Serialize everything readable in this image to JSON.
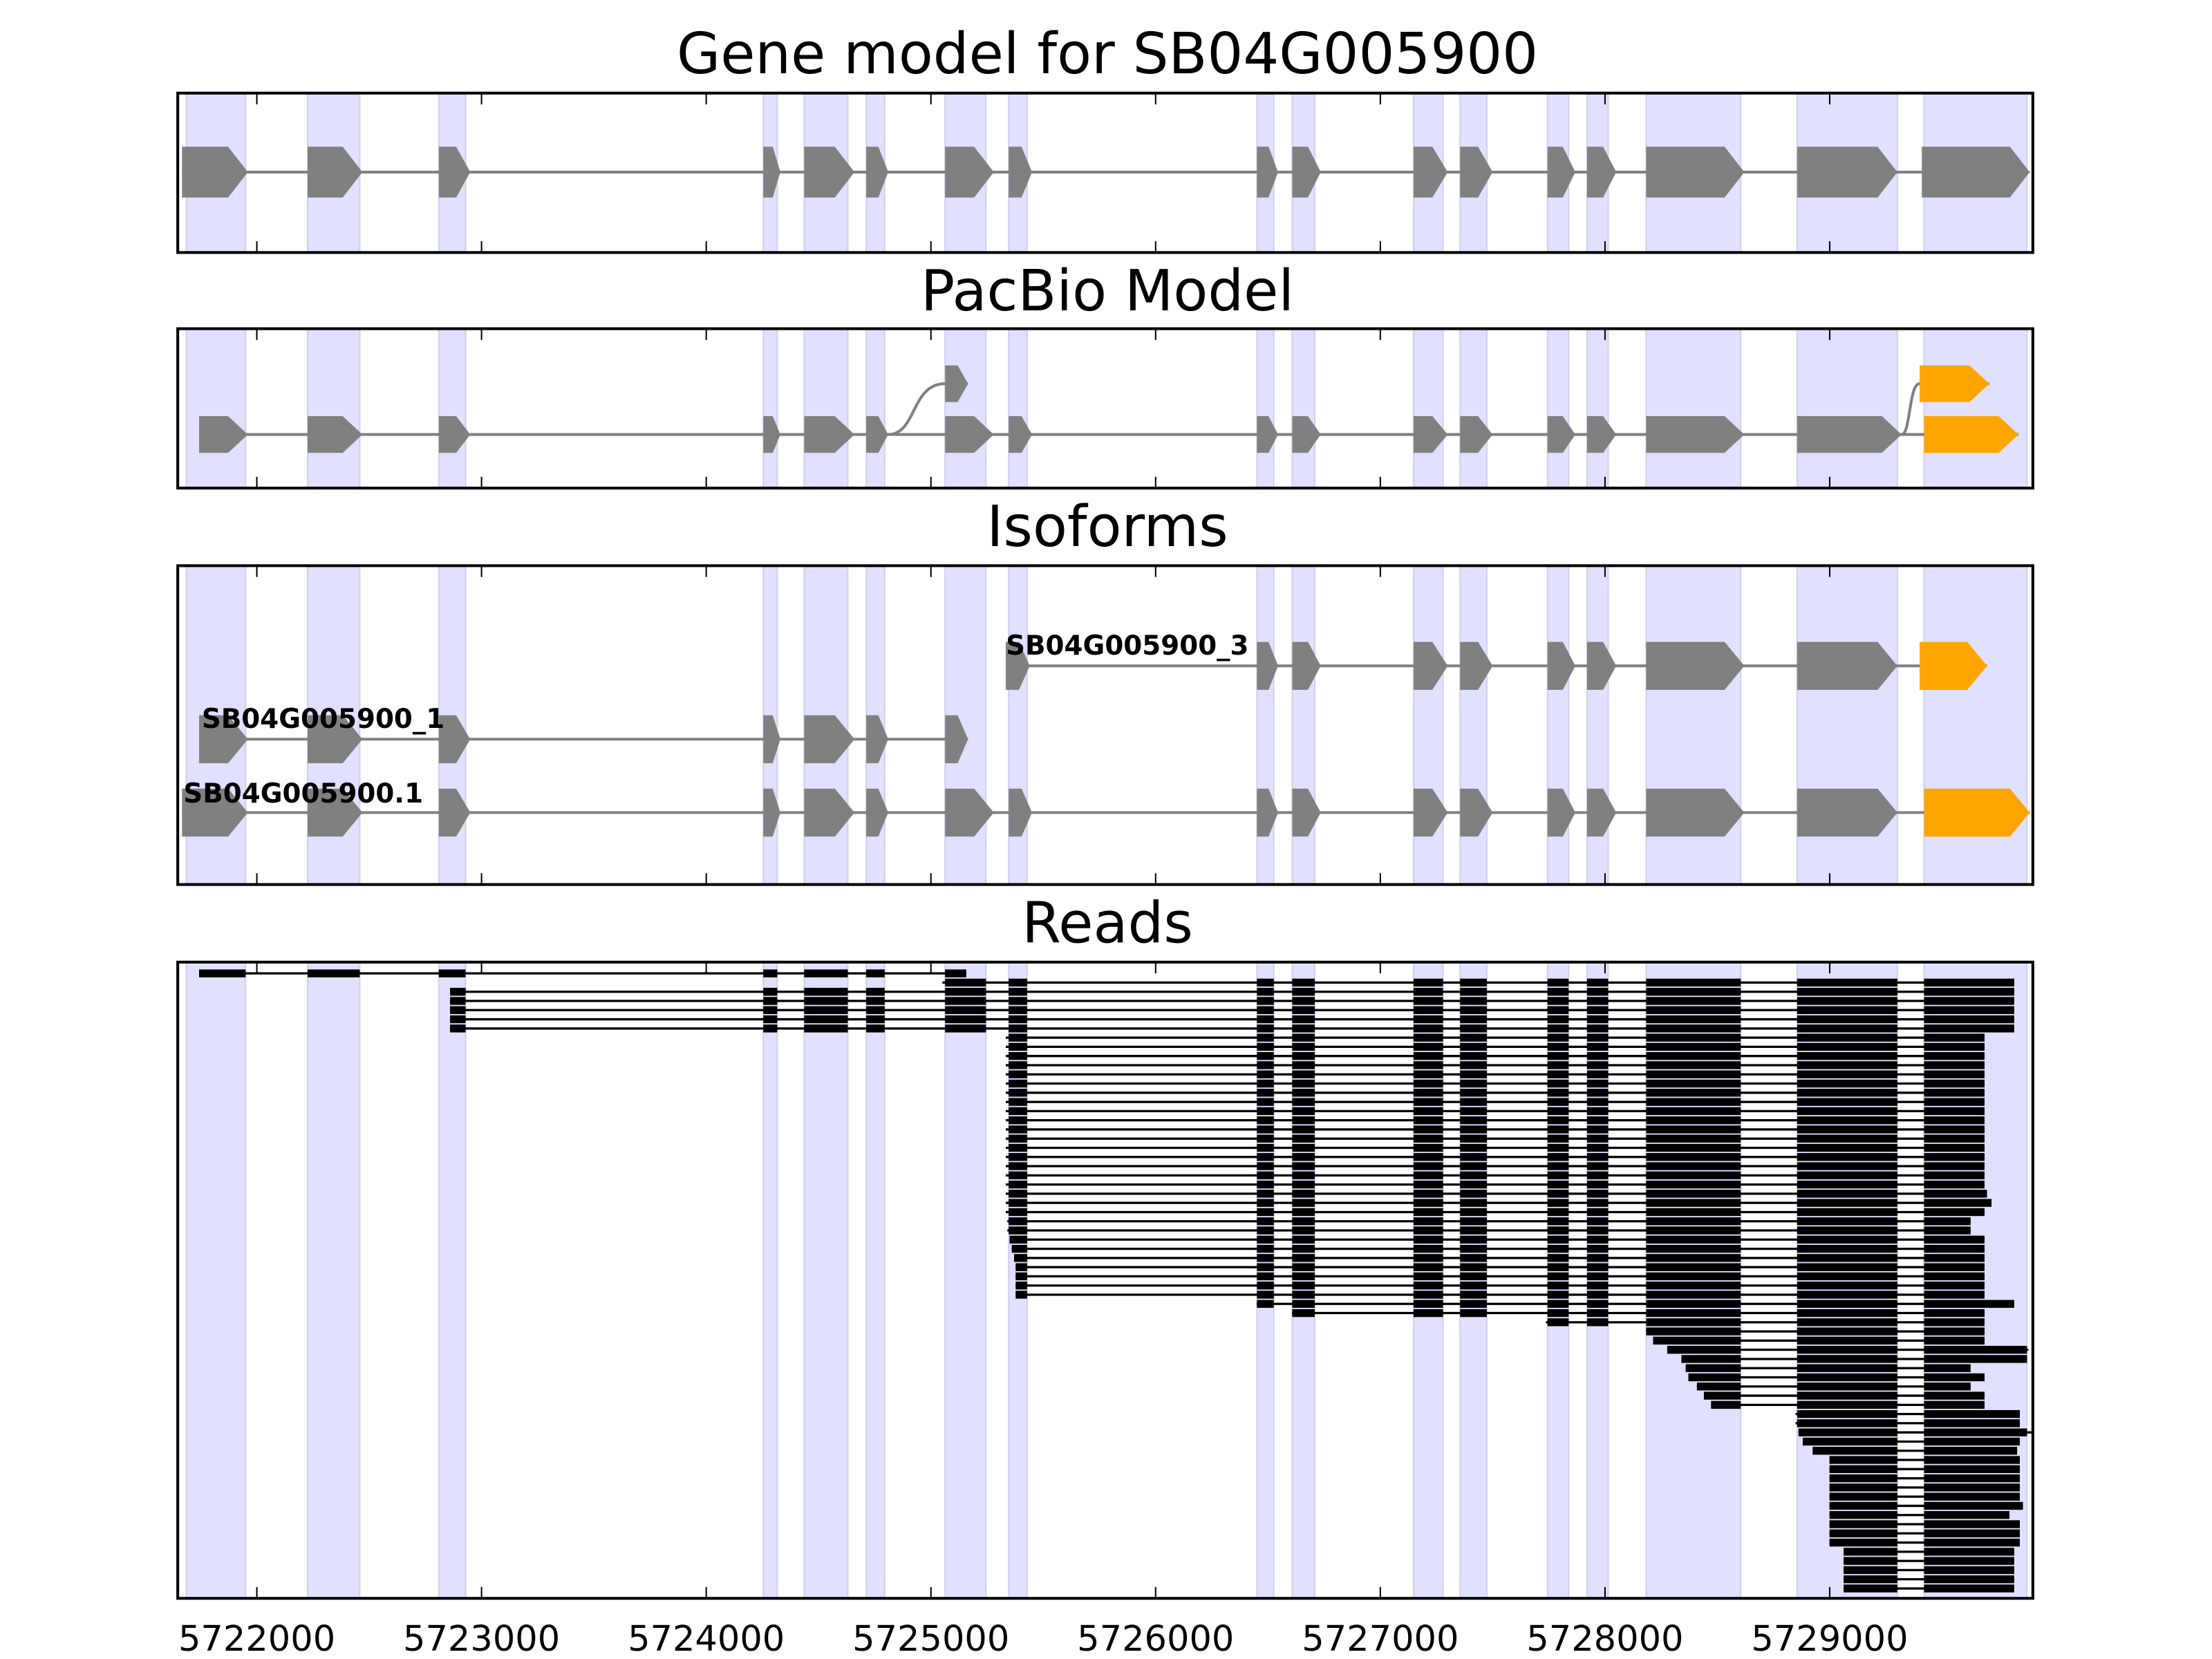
{
  "chart_data": {
    "type": "gene-track",
    "xlim": [
      5721648,
      5729904
    ],
    "xticks": [
      5722000,
      5723000,
      5724000,
      5725000,
      5726000,
      5727000,
      5728000,
      5729000
    ],
    "xtick_labels": [
      "5722000",
      "5723000",
      "5724000",
      "5725000",
      "5726000",
      "5727000",
      "5728000",
      "5729000"
    ],
    "colors": {
      "exon": "#808080",
      "highlight": "#FFA500",
      "shade": "#E0E0FF",
      "read": "#000000",
      "intron": "#808080"
    },
    "exon_regions": [
      [
        5721686,
        5721950
      ],
      [
        5722226,
        5722458
      ],
      [
        5722810,
        5722929
      ],
      [
        5724254,
        5724316
      ],
      [
        5724436,
        5724630
      ],
      [
        5724712,
        5724794
      ],
      [
        5725063,
        5725245
      ],
      [
        5725346,
        5725428
      ],
      [
        5726451,
        5726526
      ],
      [
        5726608,
        5726708
      ],
      [
        5727148,
        5727279
      ],
      [
        5727355,
        5727474
      ],
      [
        5727744,
        5727838
      ],
      [
        5727920,
        5728014
      ],
      [
        5728183,
        5728604
      ],
      [
        5728855,
        5729301
      ],
      [
        5729420,
        5729878
      ]
    ],
    "panels": [
      {
        "title": "Gene model for SB04G005900",
        "tracks": [
          {
            "exons": [
              [
                5721667,
                5721960
              ],
              [
                5722226,
                5722470
              ],
              [
                5722810,
                5722950
              ],
              [
                5724254,
                5724330
              ],
              [
                5724436,
                5724660
              ],
              [
                5724712,
                5724810
              ],
              [
                5725063,
                5725280
              ],
              [
                5725346,
                5725450
              ],
              [
                5726451,
                5726545
              ],
              [
                5726608,
                5726735
              ],
              [
                5727148,
                5727300
              ],
              [
                5727355,
                5727500
              ],
              [
                5727744,
                5727868
              ],
              [
                5727920,
                5728050
              ],
              [
                5728183,
                5728620
              ],
              [
                5728855,
                5729301
              ],
              [
                5729410,
                5729890
              ]
            ],
            "highlight_last": false
          }
        ]
      },
      {
        "title": "PacBio Model",
        "tracks": [
          {
            "level": 0,
            "exons": [
              [
                5721743,
                5721960
              ],
              [
                5722226,
                5722470
              ],
              [
                5722810,
                5722950
              ],
              [
                5724254,
                5724330
              ],
              [
                5724436,
                5724660
              ],
              [
                5724712,
                5724810
              ],
              [
                5725063,
                5725280
              ],
              [
                5725346,
                5725450
              ],
              [
                5726451,
                5726545
              ],
              [
                5726608,
                5726735
              ],
              [
                5727148,
                5727300
              ],
              [
                5727355,
                5727500
              ],
              [
                5727744,
                5727868
              ],
              [
                5727920,
                5728050
              ],
              [
                5728183,
                5728620
              ],
              [
                5728855,
                5729320
              ],
              [
                5729420,
                5729840
              ]
            ],
            "highlight_last": true
          },
          {
            "level": 1,
            "exons": [
              [
                5725063,
                5725165
              ]
            ],
            "connect_from": 5724810,
            "highlight_last": false
          },
          {
            "level": 1,
            "exons": [
              [
                5729400,
                5729710
              ]
            ],
            "connect_from": 5729320,
            "highlight_last": true
          }
        ]
      },
      {
        "title": "Isoforms",
        "tracks": [
          {
            "label": "SB04G005900_3",
            "level": 2,
            "exons": [
              [
                5725333,
                5725440
              ],
              [
                5726451,
                5726545
              ],
              [
                5726608,
                5726735
              ],
              [
                5727148,
                5727300
              ],
              [
                5727355,
                5727500
              ],
              [
                5727744,
                5727868
              ],
              [
                5727920,
                5728050
              ],
              [
                5728183,
                5728620
              ],
              [
                5728855,
                5729301
              ],
              [
                5729400,
                5729700
              ]
            ],
            "highlight_last": true
          },
          {
            "label": "SB04G005900_1",
            "level": 1,
            "exons": [
              [
                5721743,
                5721960
              ],
              [
                5722226,
                5722470
              ],
              [
                5722810,
                5722950
              ],
              [
                5724254,
                5724330
              ],
              [
                5724436,
                5724660
              ],
              [
                5724712,
                5724810
              ],
              [
                5725063,
                5725165
              ]
            ],
            "highlight_last": false
          },
          {
            "label": "SB04G005900.1",
            "level": 0,
            "exons": [
              [
                5721667,
                5721960
              ],
              [
                5722226,
                5722470
              ],
              [
                5722810,
                5722950
              ],
              [
                5724254,
                5724330
              ],
              [
                5724436,
                5724660
              ],
              [
                5724712,
                5724810
              ],
              [
                5725063,
                5725280
              ],
              [
                5725346,
                5725450
              ],
              [
                5726451,
                5726545
              ],
              [
                5726608,
                5726735
              ],
              [
                5727148,
                5727300
              ],
              [
                5727355,
                5727500
              ],
              [
                5727744,
                5727868
              ],
              [
                5727920,
                5728050
              ],
              [
                5728183,
                5728620
              ],
              [
                5728855,
                5729301
              ],
              [
                5729420,
                5729890
              ]
            ],
            "highlight_last": true
          }
        ]
      },
      {
        "title": "Reads",
        "reads": [
          [
            5721743,
            5725157
          ],
          [
            5725051,
            5729821
          ],
          [
            5722860,
            5729821
          ],
          [
            5722860,
            5729821
          ],
          [
            5722860,
            5729821
          ],
          [
            5722860,
            5729821
          ],
          [
            5722860,
            5729821
          ],
          [
            5725333,
            5729689
          ],
          [
            5725333,
            5729689
          ],
          [
            5725333,
            5729689
          ],
          [
            5725333,
            5729689
          ],
          [
            5725333,
            5729689
          ],
          [
            5725333,
            5729689
          ],
          [
            5725333,
            5729689
          ],
          [
            5725333,
            5729689
          ],
          [
            5725333,
            5729689
          ],
          [
            5725333,
            5729689
          ],
          [
            5725333,
            5729689
          ],
          [
            5725333,
            5729689
          ],
          [
            5725333,
            5729689
          ],
          [
            5725333,
            5729689
          ],
          [
            5725333,
            5729689
          ],
          [
            5725333,
            5729689
          ],
          [
            5725333,
            5729689
          ],
          [
            5725333,
            5729700
          ],
          [
            5725333,
            5729720
          ],
          [
            5725333,
            5729689
          ],
          [
            5725340,
            5729627
          ],
          [
            5725340,
            5729627
          ],
          [
            5725350,
            5729689
          ],
          [
            5725360,
            5729689
          ],
          [
            5725370,
            5729689
          ],
          [
            5725377,
            5729689
          ],
          [
            5725377,
            5729689
          ],
          [
            5725377,
            5729689
          ],
          [
            5725377,
            5729689
          ],
          [
            5726450,
            5729821
          ],
          [
            5726607,
            5729689
          ],
          [
            5727737,
            5729689
          ],
          [
            5728183,
            5729689
          ],
          [
            5728214,
            5729689
          ],
          [
            5728277,
            5729884
          ],
          [
            5728340,
            5729878
          ],
          [
            5728359,
            5729627
          ],
          [
            5728371,
            5729689
          ],
          [
            5728409,
            5729627
          ],
          [
            5728440,
            5729689
          ],
          [
            5728472,
            5729689
          ],
          [
            5728848,
            5729846
          ],
          [
            5728848,
            5729846
          ],
          [
            5728861,
            5729909
          ],
          [
            5728880,
            5729846
          ],
          [
            5728924,
            5729834
          ],
          [
            5728999,
            5729846
          ],
          [
            5728999,
            5729846
          ],
          [
            5728999,
            5729846
          ],
          [
            5728999,
            5729846
          ],
          [
            5728999,
            5729846
          ],
          [
            5728999,
            5729860
          ],
          [
            5728999,
            5729800
          ],
          [
            5728999,
            5729846
          ],
          [
            5728999,
            5729846
          ],
          [
            5728999,
            5729846
          ],
          [
            5729062,
            5729821
          ],
          [
            5729062,
            5729821
          ],
          [
            5729062,
            5729821
          ],
          [
            5729062,
            5729821
          ],
          [
            5729062,
            5729821
          ]
        ]
      }
    ]
  }
}
